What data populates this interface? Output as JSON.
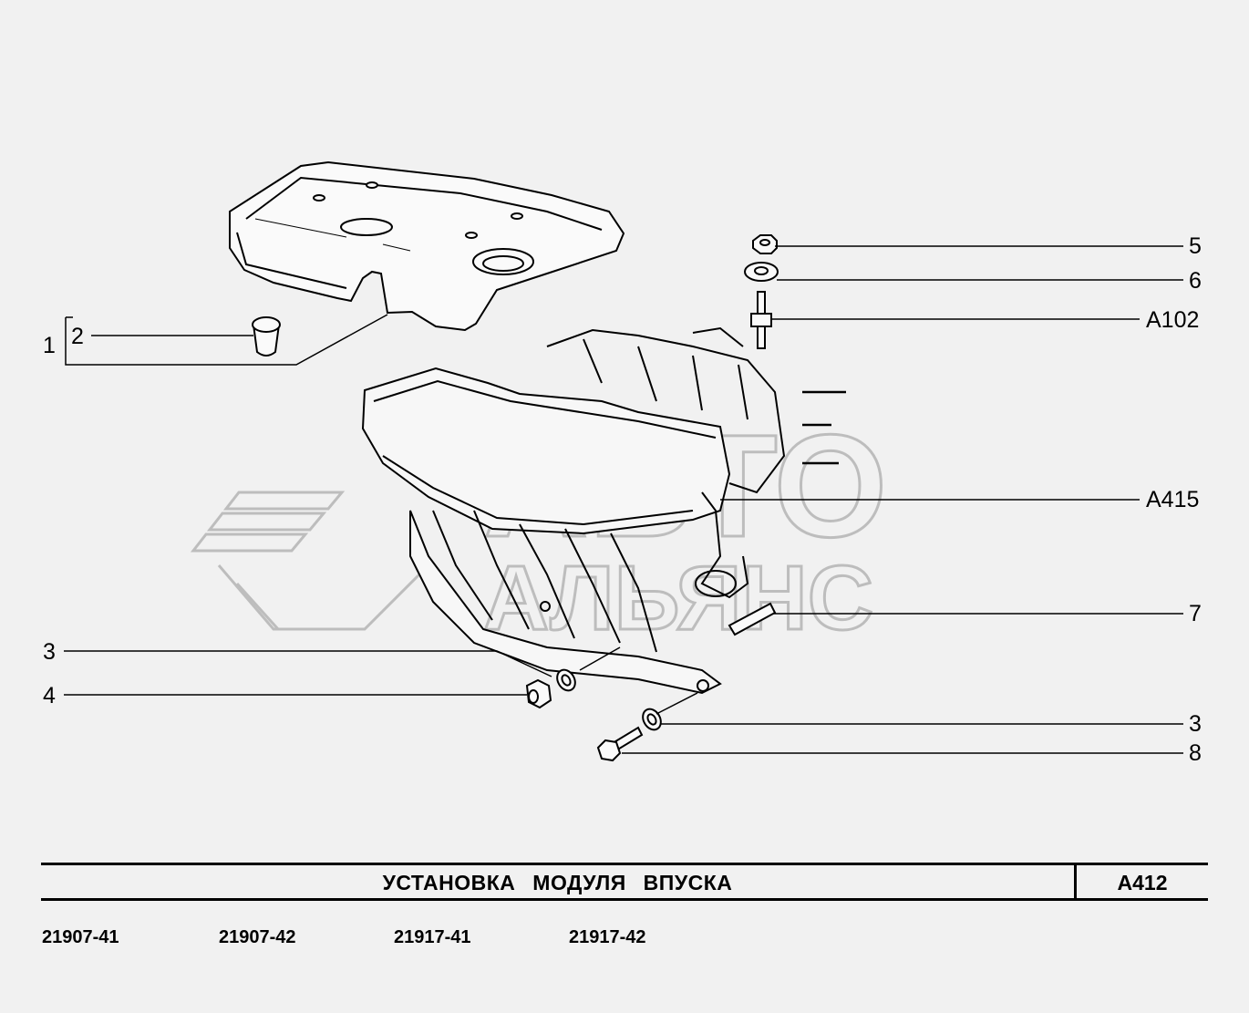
{
  "title": "УСТАНОВКА   МОДУЛЯ   ВПУСКА",
  "code": "A412",
  "models": [
    "21907-41",
    "21907-42",
    "21917-41",
    "21917-42"
  ],
  "callouts": {
    "c1": "1",
    "c2": "2",
    "c3_left": "3",
    "c4": "4",
    "c5": "5",
    "c6": "6",
    "a102": "A102",
    "a415": "A415",
    "c7": "7",
    "c3_right": "3",
    "c8": "8"
  },
  "watermark": {
    "line1": "АВТО",
    "line2": "АЛЬЯНС"
  },
  "colors": {
    "background": "#f1f1f1",
    "lines": "#000000",
    "watermark": "#bdbdbd"
  }
}
